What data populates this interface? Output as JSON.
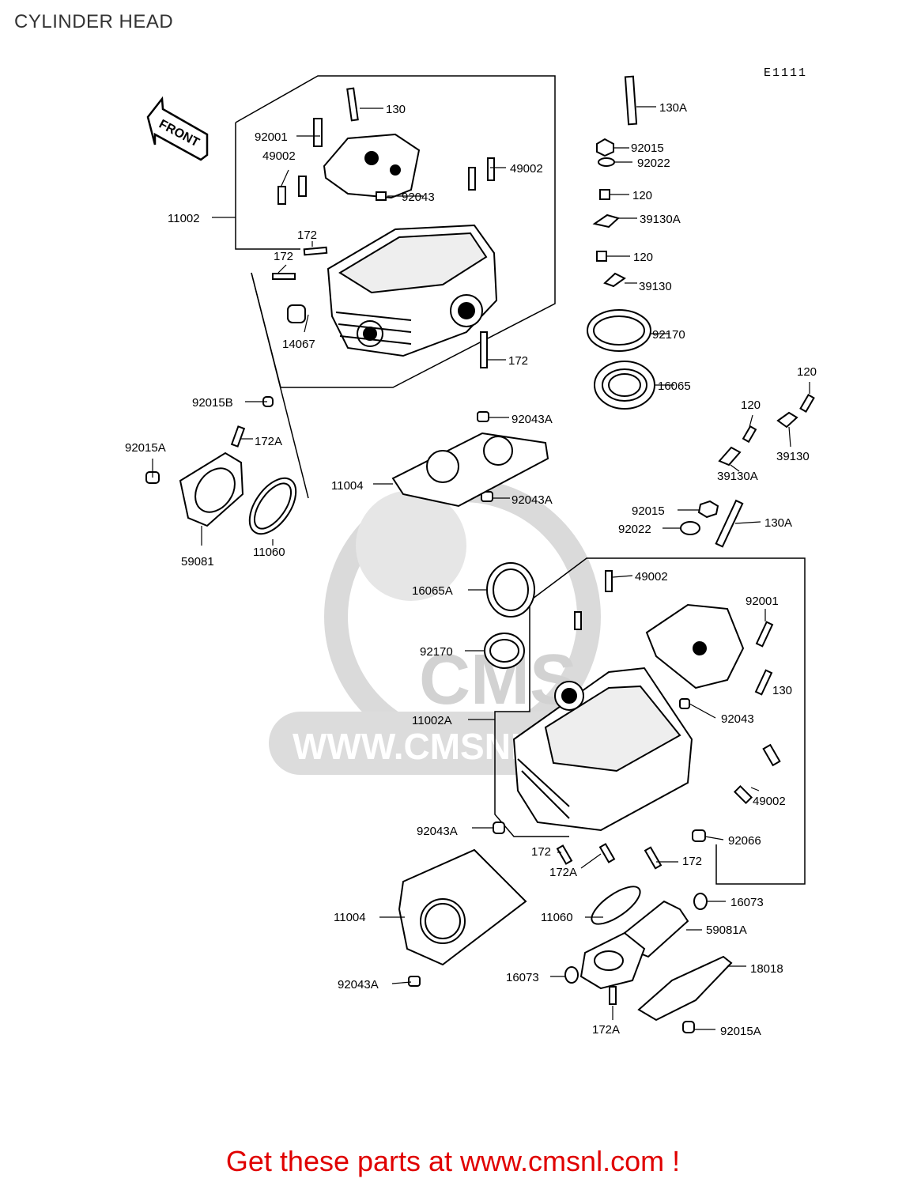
{
  "title": "CYLINDER HEAD",
  "diagram_code": "E1111",
  "front_label": "FRONT",
  "watermark": "WWW.CMSNL.COM",
  "watermark_logo": "CMS",
  "footer": "Get these parts at www.cmsnl.com !",
  "colors": {
    "footer": "#e00000",
    "watermark": "#cfcfcf"
  },
  "labels": {
    "l_130_top": "130",
    "l_92001_top": "92001",
    "l_49002_tl": "49002",
    "l_49002_tr": "49002",
    "l_92043_top": "92043",
    "l_11002": "11002",
    "l_172_a": "172",
    "l_172_b": "172",
    "l_14067": "14067",
    "l_172_c": "172",
    "l_92015b": "92015B",
    "l_92043a_1": "92043A",
    "l_172a_1": "172A",
    "l_92015a_1": "92015A",
    "l_11004_1": "11004",
    "l_92043a_2": "92043A",
    "l_59081": "59081",
    "l_11060_1": "11060",
    "l_130a_1": "130A",
    "l_92015_1": "92015",
    "l_92022_1": "92022",
    "l_120_1": "120",
    "l_39130a_1": "39130A",
    "l_120_2": "120",
    "l_39130_1": "39130",
    "l_92170_1": "92170",
    "l_16065": "16065",
    "l_120_3": "120",
    "l_120_4": "120",
    "l_39130_2": "39130",
    "l_39130a_2": "39130A",
    "l_92015_2": "92015",
    "l_92022_2": "92022",
    "l_130a_2": "130A",
    "l_49002_m": "49002",
    "l_16065a": "16065A",
    "l_92001_b": "92001",
    "l_92170_2": "92170",
    "l_130_b": "130",
    "l_11002a": "11002A",
    "l_92043_b": "92043",
    "l_49002_b": "49002",
    "l_92043a_3": "92043A",
    "l_92066": "92066",
    "l_172_d": "172",
    "l_172_e": "172",
    "l_172a_2": "172A",
    "l_16073_1": "16073",
    "l_11004_2": "11004",
    "l_11060_2": "11060",
    "l_59081a": "59081A",
    "l_18018": "18018",
    "l_16073_2": "16073",
    "l_92043a_4": "92043A",
    "l_172a_3": "172A",
    "l_92015a_2": "92015A"
  }
}
